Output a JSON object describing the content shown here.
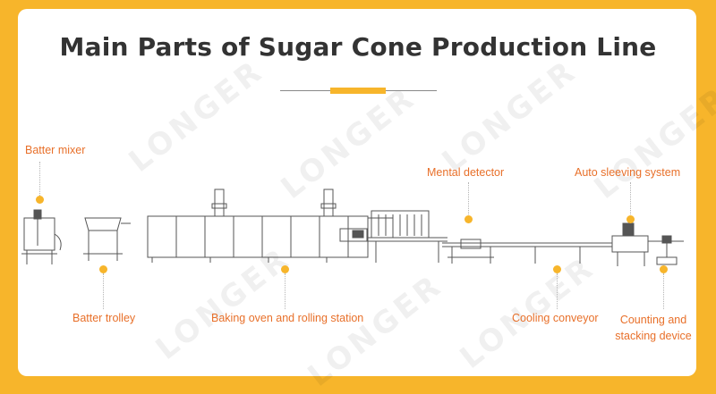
{
  "title": "Main Parts of Sugar Cone Production Line",
  "colors": {
    "background": "#f7b52b",
    "label": "#e8702a",
    "accent": "#f7b52b"
  },
  "labels": {
    "batter_mixer": "Batter mixer",
    "batter_trolley": "Batter trolley",
    "baking_oven": "Baking oven and rolling station",
    "mental_detector": "Mental detector",
    "cooling_conveyor": "Cooling conveyor",
    "auto_sleeving": "Auto sleeving system",
    "counting_line1": "Counting and",
    "counting_line2": "stacking device"
  }
}
